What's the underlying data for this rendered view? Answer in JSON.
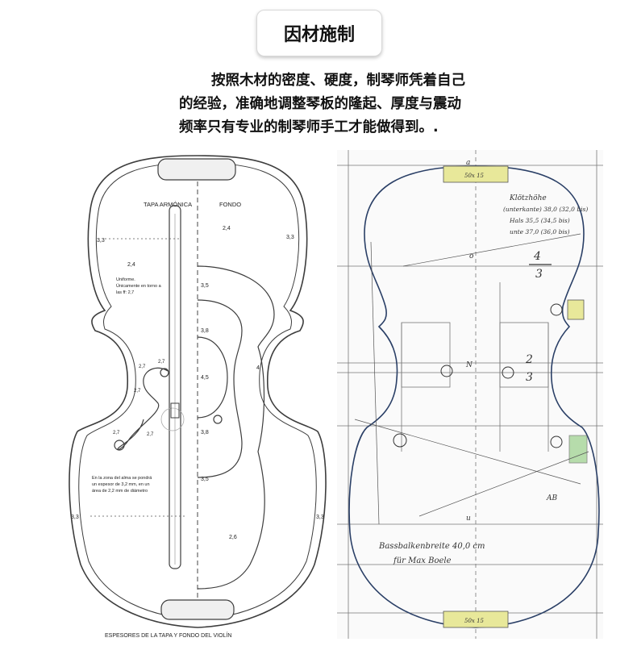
{
  "header": {
    "title": "因材施制",
    "paragraph_lines": [
      "按照木材的密度、硬度，制琴师凭着自己",
      "的经验，准确地调整琴板的隆起、厚度与震动",
      "频率只有专业的制琴师手工才能做得到。."
    ]
  },
  "left_drawing": {
    "label_top": "TAPA ARMÓNICA",
    "label_fondo": "FONDO",
    "caption": "ESPESORES DE LA TAPA Y FONDO DEL VIOLÍN",
    "note_uniform": [
      "Uniforme.",
      "Únicamente en torno a",
      "las ff: 2,7"
    ],
    "note_alma": [
      "En la zona del alma se pondrá",
      "un espesor de 3,2 mm, en un",
      "área de 2,2 mm de diámetro"
    ],
    "val_33": "3,3",
    "val_24": "2,4",
    "val_35": "3,5",
    "val_38": "3,8",
    "val_45": "4,5",
    "val_27": "2,7",
    "val_26": "2,6",
    "val_4": "4"
  },
  "right_drawing": {
    "hand_notes": [
      "Klötzhöhe",
      "(unterkante) 38,0 (32,0 bis)",
      "Hals 35,5 (34,5 bis)",
      "unte 37,0 (36,0 bis)"
    ],
    "fraction_top": "4",
    "fraction_bottom": "3",
    "fraction2_top": "2",
    "fraction2_bottom": "3",
    "bottom_note": [
      "Bassbalkenbreite 40,0 cm",
      "für Max Boele"
    ],
    "top_block": "50x 15",
    "bottom_block": "50x 15",
    "letter_a": "a",
    "letter_o": "o",
    "letter_n": "N",
    "letter_u": "u",
    "ab_label": "AB"
  },
  "colors": {
    "outline": "#3d3d3d",
    "right_outline": "#2a3f66",
    "yellow": "#e8e89a",
    "green": "#9ad08a"
  }
}
